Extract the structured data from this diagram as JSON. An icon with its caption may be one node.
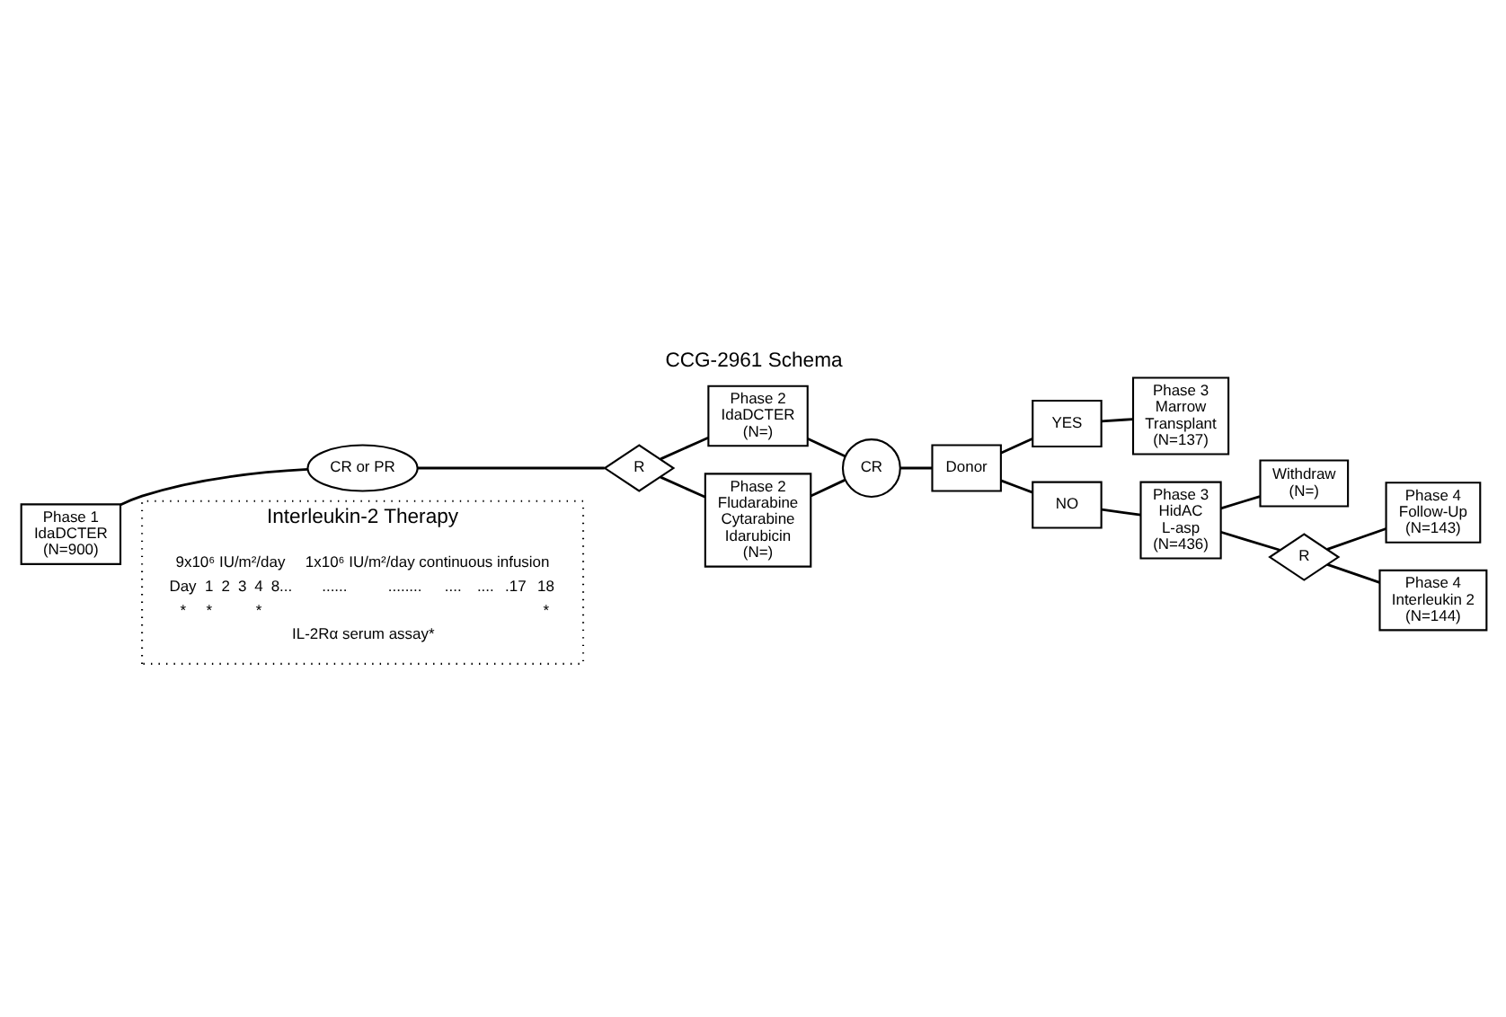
{
  "diagram": {
    "title": "CCG-2961 Schema",
    "nodes": [
      {
        "text": [
          "Phase 1",
          "IdaDCTER",
          "(N=900)"
        ]
      },
      {
        "text": [
          "CR or PR"
        ]
      },
      {
        "text": [
          "R"
        ]
      },
      {
        "text": [
          "Phase 2",
          "IdaDCTER",
          "(N=)"
        ]
      },
      {
        "text": [
          "Phase 2",
          "Fludarabine",
          "Cytarabine",
          "Idarubicin",
          "(N=)"
        ]
      },
      {
        "text": [
          "CR"
        ]
      },
      {
        "text": [
          "YES"
        ]
      },
      {
        "text": [
          "Phase 3",
          "Marrow",
          "Transplant",
          "(N=137)"
        ]
      },
      {
        "text": [
          "Donor"
        ]
      },
      {
        "text": [
          "NO"
        ]
      },
      {
        "text": [
          "Phase 3",
          "HidAC",
          "L-asp",
          "(N=436)"
        ]
      },
      {
        "text": [
          "Withdraw",
          "(N=)"
        ]
      },
      {
        "text": [
          "R"
        ]
      },
      {
        "text": [
          "Phase 4",
          "Follow-Up",
          "(N=143)"
        ]
      },
      {
        "text": [
          "Phase 4",
          "Interleukin 2",
          "(N=144)"
        ]
      },
      {
        "text": [
          "Interleukin-2 Therapy"
        ]
      }
    ],
    "edges": [
      {
        "from": 0,
        "to": 1,
        "arrow": "none"
      },
      {
        "from": 1,
        "to": 2,
        "arrow": "none"
      },
      {
        "from": 2,
        "to": 3,
        "arrow": "none"
      },
      {
        "from": 2,
        "to": 4,
        "arrow": "none"
      },
      {
        "from": 3,
        "to": 5,
        "arrow": "none"
      },
      {
        "from": 4,
        "to": 5,
        "arrow": "none"
      },
      {
        "from": 5,
        "to": 8,
        "arrow": "none"
      },
      {
        "from": 8,
        "to": 6,
        "arrow": "none"
      },
      {
        "from": 6,
        "to": 7,
        "arrow": "none"
      },
      {
        "from": 8,
        "to": 9,
        "arrow": "none"
      },
      {
        "from": 9,
        "to": 10,
        "arrow": "none"
      },
      {
        "from": 10,
        "to": 11,
        "arrow": "none"
      },
      {
        "from": 10,
        "to": 12,
        "arrow": "none"
      },
      {
        "from": 12,
        "to": 13,
        "arrow": "none"
      },
      {
        "from": 12,
        "to": 14,
        "arrow": "none"
      }
    ],
    "labels": [
      "9x10⁶ IU/m²/day",
      "1x10⁶ IU/m²/day continuous infusion",
      "Day",
      "1",
      "2",
      "3",
      "4",
      "8...",
      "......",
      "........",
      "....",
      "....",
      ".17",
      "18",
      "*",
      "*",
      "*",
      "*",
      "IL-2Rα serum assay*"
    ]
  }
}
